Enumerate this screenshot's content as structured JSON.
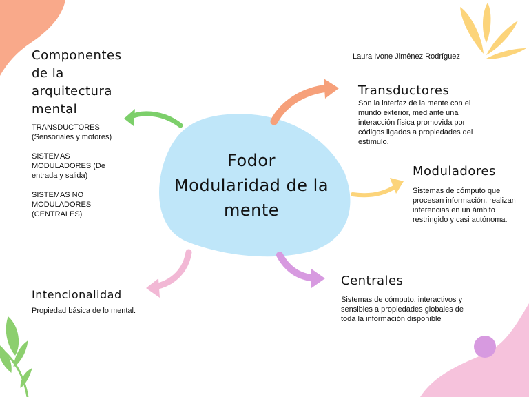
{
  "author": "Laura Ivone Jiménez Rodríguez",
  "center": {
    "lines": [
      "Fodor",
      "Modularidad de la",
      "mente"
    ]
  },
  "nodes": {
    "componentes": {
      "title_lines": [
        "Componentes",
        "de la",
        "arquitectura",
        "mental"
      ],
      "items": [
        "TRANSDUCTORES (Sensoriales y motores)",
        "SISTEMAS MODULADORES (De entrada y salida)",
        "SISTEMAS NO MODULADORES (CENTRALES)"
      ]
    },
    "transductores": {
      "title": "Transductores",
      "text": "Son la interfaz de la mente con el mundo exterior, mediante una interacción física promovida por códigos ligados a propiedades del estímulo."
    },
    "moduladores": {
      "title": "Moduladores",
      "text": "Sistemas de cómputo que procesan información, realizan inferencias en un ámbito restringido y casi autónoma."
    },
    "centrales": {
      "title": "Centrales",
      "text": "Sistemas de cómputo, interactivos y sensibles a propiedades globales de toda la información disponible"
    },
    "intencionalidad": {
      "title": "Intencionalidad",
      "text": "Propiedad básica de lo mental."
    }
  },
  "colors": {
    "blob": "#bfe6f9",
    "arrow_green": "#7ccf6a",
    "arrow_orange": "#f6a07a",
    "arrow_yellow": "#fcd47a",
    "arrow_purple": "#d79ae0",
    "arrow_pink": "#f2b8d5",
    "corner_salmon": "#f9a98a",
    "corner_yellow": "#fcd47a",
    "corner_pink": "#f6c2dc",
    "corner_purple": "#d79ae0",
    "leaf_green": "#8ccf6e"
  }
}
